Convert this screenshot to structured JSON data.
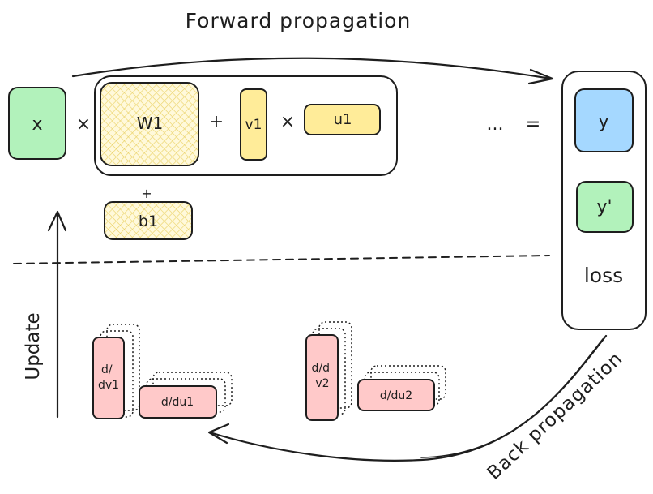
{
  "title_forward": "Forward propagation",
  "title_back": "Back propagation",
  "update_label": "Update",
  "nodes": {
    "x": "x",
    "w1": "W1",
    "v1": "v1",
    "u1": "u1",
    "b1": "b1",
    "y": "y",
    "y_prime": "y'",
    "loss": "loss"
  },
  "operators": {
    "times_1": "×",
    "plus_1": "+",
    "times_2": "×",
    "plus_bias": "+",
    "ellipsis": "...",
    "equals": "="
  },
  "gradients": {
    "d_dv1": [
      "d/",
      "dv1"
    ],
    "d_du1": "d/du1",
    "d_dv2": [
      "d/d",
      "v2"
    ],
    "d_du2": "d/du2"
  },
  "colors": {
    "input_green": "#b2f2bb",
    "weight_yellow": "#ffec99",
    "output_blue": "#a5d8ff",
    "gradient_red": "#ffc9c9",
    "ink": "#1e1e1e"
  }
}
